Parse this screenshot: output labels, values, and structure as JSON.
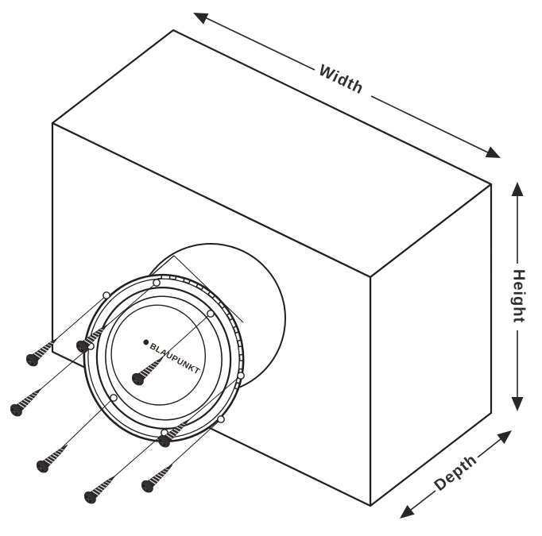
{
  "diagram": {
    "type": "exploded-isometric-line-drawing",
    "subject": "speaker enclosure box with subwoofer and mounting screws",
    "labels": {
      "width": "Width",
      "height": "Height",
      "depth": "Depth"
    },
    "speaker": {
      "brand": "BLAUPUNKT",
      "screw_hole_count": 8
    },
    "screws": {
      "count": 8
    },
    "colors": {
      "line": "#231f20",
      "dimension_label": "#332e2e",
      "brand_text": "#2e2320",
      "screw_fill": "#332f2f",
      "background": "#ffffff"
    }
  }
}
